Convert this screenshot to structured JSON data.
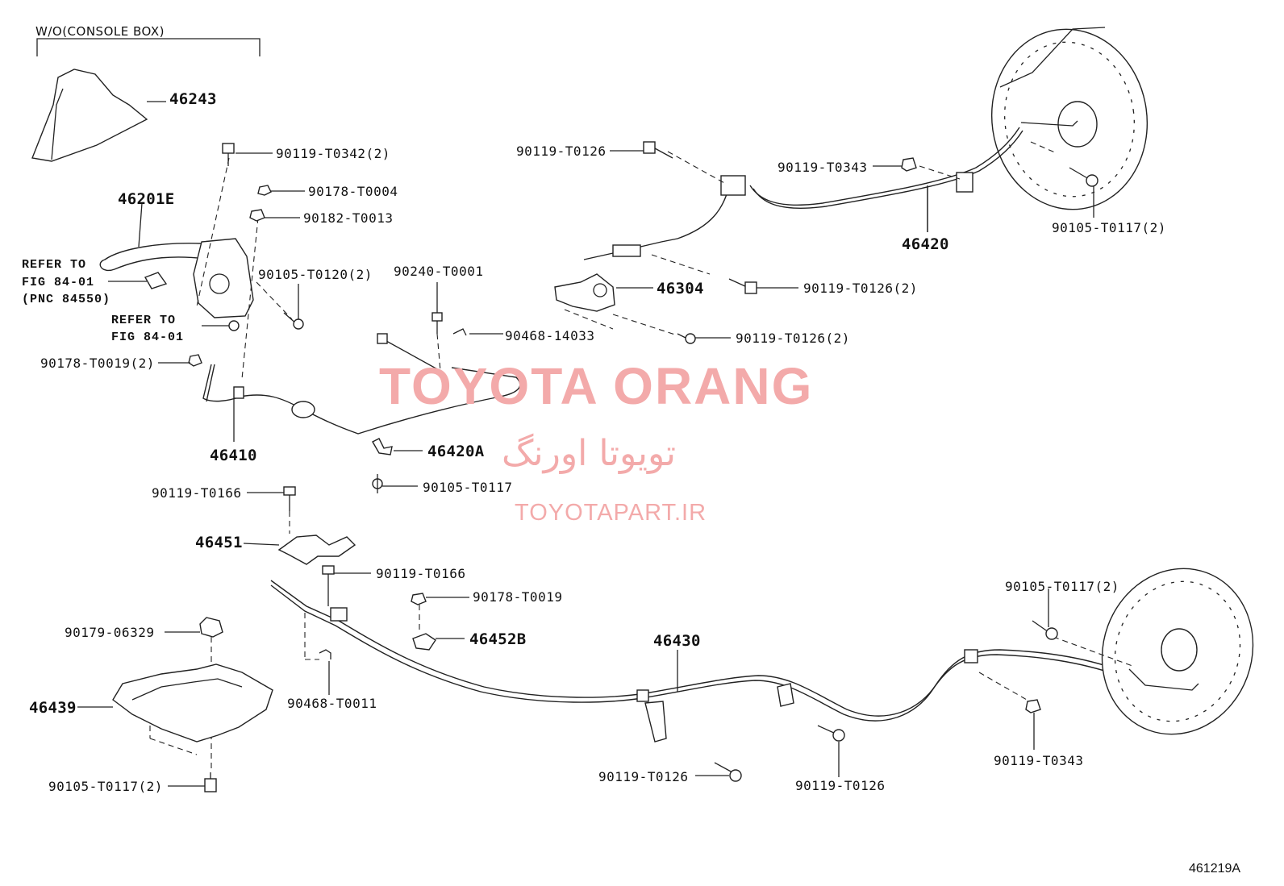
{
  "header": {
    "variant_note": "W/O(CONSOLE BOX)"
  },
  "labels": {
    "p46243": "46243",
    "p46201E": "46201E",
    "refer1_line1": "REFER TO",
    "refer1_line2": "FIG 84-01",
    "refer1_line3": "(PNC 84550)",
    "refer2_line1": "REFER TO",
    "refer2_line2": "FIG 84-01",
    "b90119_T0342": "90119-T0342(2)",
    "n90178_T0004": "90178-T0004",
    "n90182_T0013": "90182-T0013",
    "b90105_T0120": "90105-T0120(2)",
    "n90178_T0019x2": "90178-T0019(2)",
    "p46410": "46410",
    "p90240_T0001": "90240-T0001",
    "p90468_14033": "90468-14033",
    "p46420A": "46420A",
    "b90105_T0117_mid": "90105-T0117",
    "b90119_T0166_a": "90119-T0166",
    "p46451": "46451",
    "b90119_T0166_b": "90119-T0166",
    "n90178_T0019": "90178-T0019",
    "p46452B": "46452B",
    "p90179_06329": "90179-06329",
    "p46439": "46439",
    "p90468_T0011": "90468-T0011",
    "b90105_T0117x2_bottom": "90105-T0117(2)",
    "b90119_T0126_top": "90119-T0126",
    "b90119_T0343_top": "90119-T0343",
    "p46420": "46420",
    "b90105_T0117x2_top": "90105-T0117(2)",
    "p46304": "46304",
    "b90119_T0126x2_a": "90119-T0126(2)",
    "b90119_T0126x2_b": "90119-T0126(2)",
    "p46430": "46430",
    "b90105_T0117x2_right": "90105-T0117(2)",
    "b90119_T0126_b1": "90119-T0126",
    "b90119_T0126_b2": "90119-T0126",
    "b90119_T0343_bottom": "90119-T0343"
  },
  "watermark": {
    "brand": "TOYOTA ORANG",
    "brand_fa": "تویوتا اورنگ",
    "site": "TOYOTAPART.IR"
  },
  "figure_code": "461219A"
}
